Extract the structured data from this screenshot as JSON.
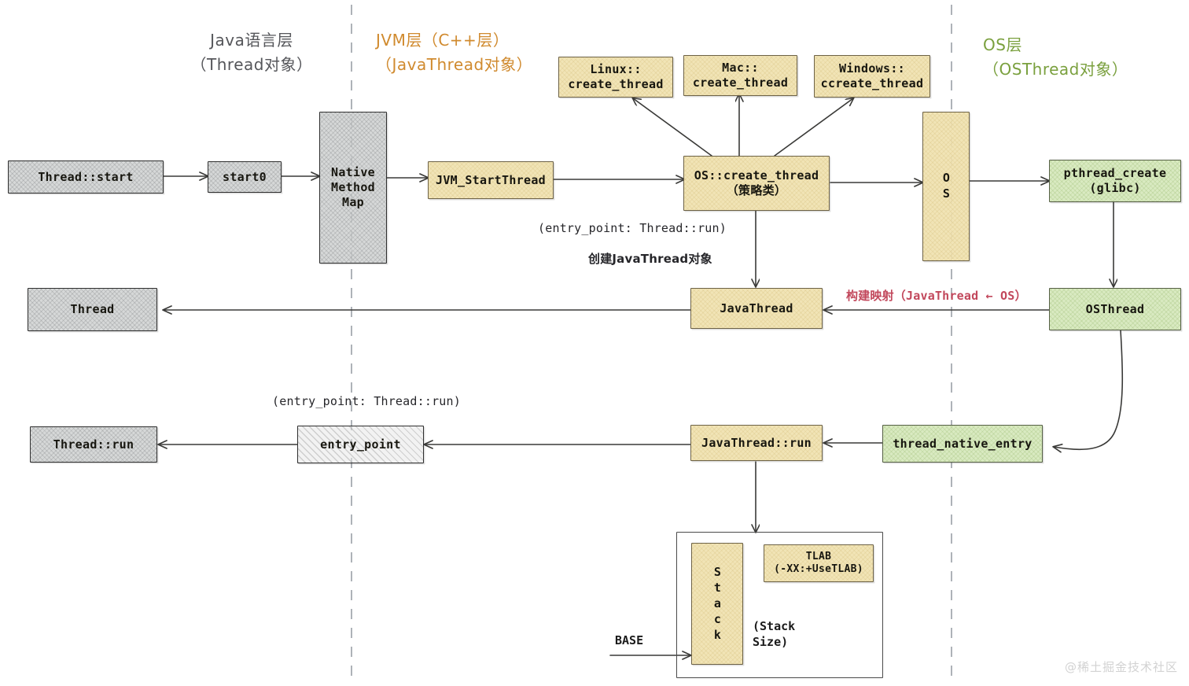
{
  "lanes": [
    {
      "id": "java",
      "title": "Java语言层\n（Thread对象）",
      "color": "#55565a"
    },
    {
      "id": "jvm",
      "title": "JVM层（C++层）\n（JavaThread对象）",
      "color": "#d08a2e"
    },
    {
      "id": "os",
      "title": "OS层\n（OSThread对象）",
      "color": "#7aa03e"
    }
  ],
  "nodes": {
    "thread_start": "Thread::start",
    "start0": "start0",
    "native_method_map": "Native\nMethod\nMap",
    "jvm_start_thread": "JVM_StartThread",
    "os_create_thread": "OS::create_thread\n（策略类）",
    "linux_create_thread": "Linux::\ncreate_thread",
    "mac_create_thread": "Mac::\ncreate_thread",
    "windows_create_thread": "Windows::\nccreate_thread",
    "os_box": "OS",
    "pthread_create": "pthread_create\n(glibc)",
    "thread": "Thread",
    "java_thread": "JavaThread",
    "os_thread": "OSThread",
    "thread_run": "Thread::run",
    "entry_point": "entry_point",
    "java_thread_run": "JavaThread::run",
    "thread_native_entry": "thread_native_entry",
    "stack": "Stack",
    "tlab": "TLAB\n(-XX:+UseTLAB)"
  },
  "annotations": {
    "entry_point_top": "(entry_point: Thread::run)",
    "create_javathread": "创建JavaThread对象",
    "build_mapping": "构建映射（JavaThread ← OS）",
    "entry_point_bottom": "(entry_point: Thread::run)",
    "stack_size": "(Stack\n Size)",
    "base": "BASE"
  },
  "watermark": "@稀土掘金技术社区",
  "colors": {
    "yellow_fill": "#f0e2b0",
    "green_fill": "#d6e8bc",
    "gray_fill": "#cdcfd0",
    "accent_jvm": "#d08a2e",
    "accent_os": "#7aa03e",
    "accent_red": "#c2485c",
    "stroke": "#3a3a38"
  }
}
